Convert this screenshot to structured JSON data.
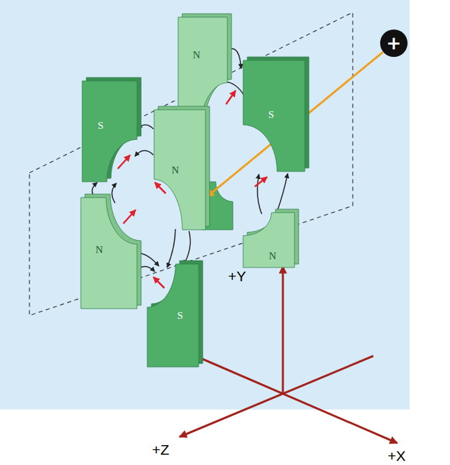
{
  "diagram": {
    "nodes": [
      {
        "text": [
          "S"
        ]
      },
      {
        "text": [
          "N"
        ]
      },
      {
        "text": [
          "S"
        ]
      },
      {
        "text": [
          "+"
        ]
      },
      {
        "text": [
          "N"
        ]
      },
      {
        "text": [
          "N"
        ]
      },
      {
        "text": [
          "N"
        ]
      },
      {
        "text": [
          "S"
        ]
      }
    ],
    "labels": [
      "+Y",
      "+Z",
      "+X"
    ]
  }
}
